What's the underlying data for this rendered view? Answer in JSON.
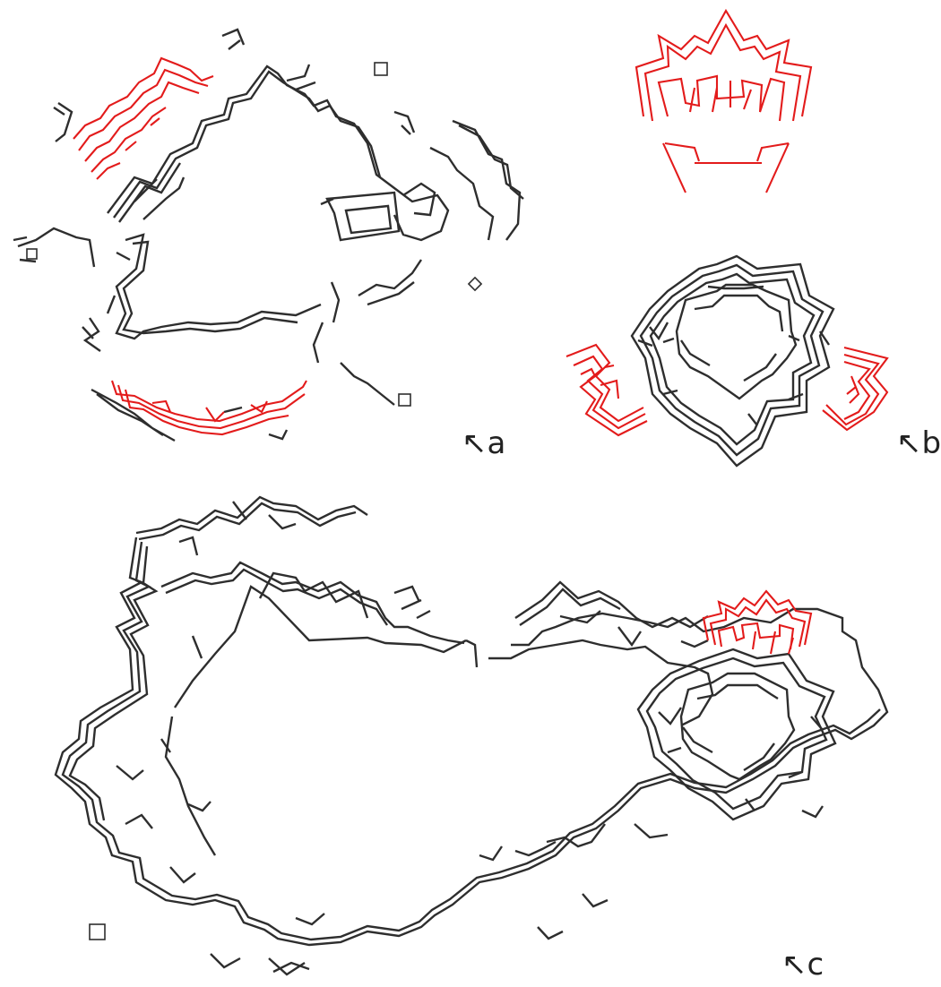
{
  "panels": [
    {
      "id": "a",
      "label": "↖a"
    },
    {
      "id": "b",
      "label": "↖b"
    },
    {
      "id": "c",
      "label": "↖c"
    }
  ],
  "colors": {
    "fortification_outline": "#2e2e2e",
    "highlight": "#e31b1b",
    "background": "#ffffff"
  }
}
